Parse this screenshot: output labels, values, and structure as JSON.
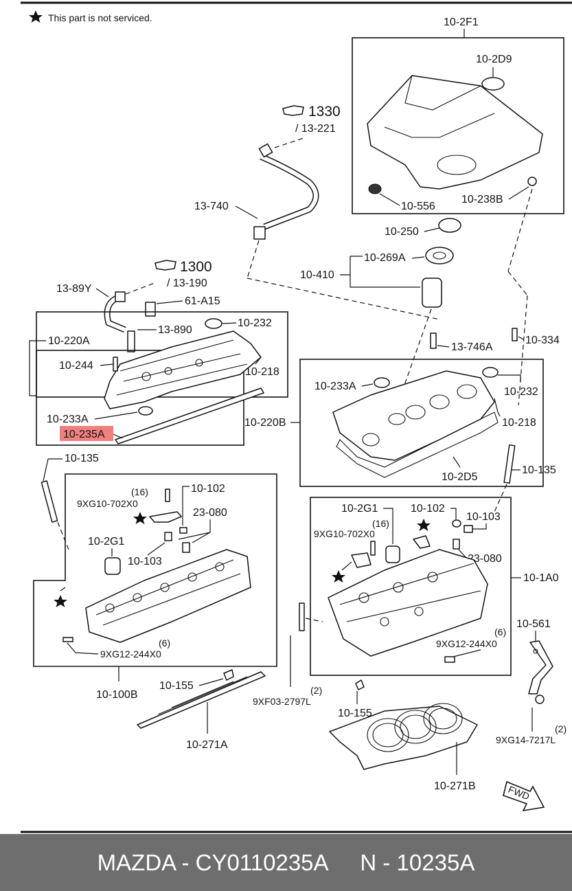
{
  "note": "This part is not serviced.",
  "labels": {
    "p_10_2F1": "10-2F1",
    "p_10_2D9": "10-2D9",
    "p_10_556": "10-556",
    "p_10_238B": "10-238B",
    "p_1330": "1330",
    "p_13_221": "/ 13-221",
    "p_13_740": "13-740",
    "p_10_250": "10-250",
    "p_10_269A": "10-269A",
    "p_10_410": "10-410",
    "p_1300": "1300",
    "p_13_190": "/ 13-190",
    "p_13_89Y": "13-89Y",
    "p_61_A15": "61-A15",
    "p_13_890": "13-890",
    "p_10_232_l": "10-232",
    "p_10_220A": "10-220A",
    "p_10_244": "10-244",
    "p_10_218_l": "10-218",
    "p_10_233A_l": "10-233A",
    "p_10_235A": "10-235A",
    "p_10_220B": "10-220B",
    "p_13_746A": "13-746A",
    "p_10_334": "10-334",
    "p_10_233A_r": "10-233A",
    "p_10_232_r": "10-232",
    "p_10_218_r": "10-218",
    "p_10_2D5": "10-2D5",
    "p_10_135_l": "10-135",
    "p_10_135_r": "10-135",
    "p_16_l": "(16)",
    "p_9XG10_l": "9XG10-702X0",
    "p_10_102_l": "10-102",
    "p_23_080_l": "23-080",
    "p_10_2G1_l": "10-2G1",
    "p_10_103_l": "10-103",
    "p_6_l": "(6)",
    "p_9XG12_l": "9XG12-244X0",
    "p_10_100B": "10-100B",
    "p_10_2G1_r": "10-2G1",
    "p_10_102_r": "10-102",
    "p_10_103_r": "10-103",
    "p_16_r": "(16)",
    "p_9XG10_r": "9XG10-702X0",
    "p_23_080_r": "23-080",
    "p_10_1A0": "10-1A0",
    "p_10_561": "10-561",
    "p_6_r": "(6)",
    "p_9XG12_r": "9XG12-244X0",
    "p_10_155_l": "10-155",
    "p_2_m": "(2)",
    "p_9XF03": "9XF03-2797L",
    "p_10_155_r": "10-155",
    "p_10_271A": "10-271A",
    "p_2_r": "(2)",
    "p_9XG14": "9XG14-7217L",
    "p_10_271B": "10-271B",
    "fwd": "FWD"
  },
  "highlight_color": "#f08080",
  "footer": {
    "brand": "MAZDA - CY0110235A",
    "number": "N - 10235A"
  }
}
